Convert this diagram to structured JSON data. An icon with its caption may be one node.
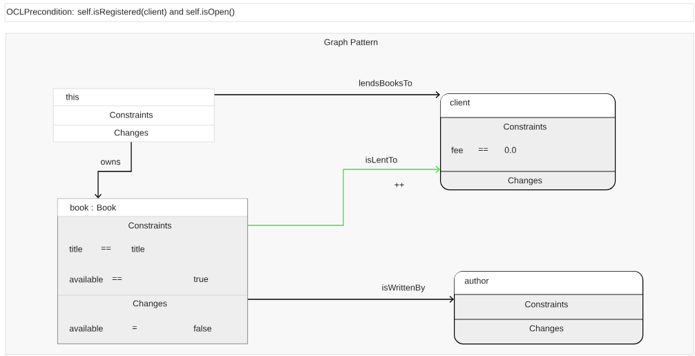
{
  "diagram": {
    "nodes": [
      {
        "text": [
          "OCLPrecondition: self.isRegistered(client) and self.isOpen()"
        ]
      },
      {
        "text": [
          "Graph Pattern"
        ]
      },
      {
        "text": [
          "this",
          "Constraints",
          "Changes"
        ],
        "in": 1
      },
      {
        "text": [
          "book : Book",
          "Constraints",
          "title",
          "==",
          "title",
          "available",
          "==",
          "true",
          "Changes",
          "available",
          "=",
          "false"
        ],
        "in": 1
      },
      {
        "text": [
          "client",
          "Constraints",
          "fee",
          "==",
          "0.0",
          "Changes"
        ],
        "in": 1
      },
      {
        "text": [
          "author",
          "Constraints",
          "Changes"
        ],
        "in": 1
      }
    ],
    "edges": [
      {
        "from": 2,
        "to": 4,
        "arrow": "to",
        "label": "lendsBooksTo"
      },
      {
        "from": 2,
        "to": 3,
        "arrow": "to",
        "label": "owns"
      },
      {
        "from": 3,
        "to": 4,
        "arrow": "to",
        "label": "isLentTo",
        "color": "#33e633"
      },
      {
        "from": 3,
        "to": 5,
        "arrow": "to",
        "label": "isWrittenBy"
      }
    ],
    "labels": [
      "++"
    ]
  }
}
